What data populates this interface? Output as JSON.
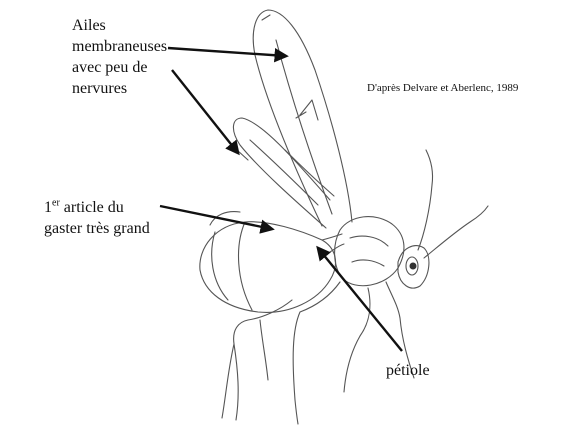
{
  "labels": {
    "wings": {
      "line1": "Ailes",
      "line2": "membraneuses",
      "line3": "avec peu de",
      "line4": "nervures"
    },
    "gaster": {
      "num": "1",
      "sup": "er",
      "line1_rest": " article du",
      "line2": "gaster très grand"
    },
    "petiole": "pétiole"
  },
  "credit": "D'après Delvare et Aberlenc, 1989",
  "colors": {
    "background": "#ffffff",
    "ink": "#111111",
    "sketch": "#555555"
  }
}
